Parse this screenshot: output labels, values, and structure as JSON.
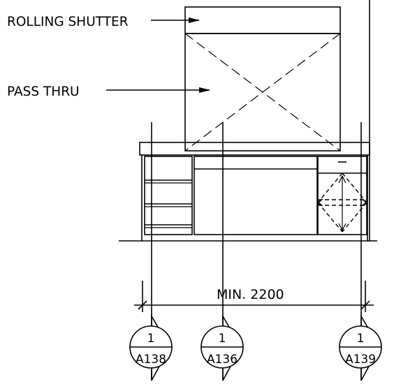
{
  "labels": {
    "rolling_shutter": "ROLLING SHUTTER",
    "pass_thru": "PASS THRU"
  },
  "dimension": {
    "text": "MIN. 2200"
  },
  "section_markers": [
    {
      "number": "1",
      "sheet": "A138"
    },
    {
      "number": "1",
      "sheet": "A136"
    },
    {
      "number": "1",
      "sheet": "A139"
    }
  ]
}
